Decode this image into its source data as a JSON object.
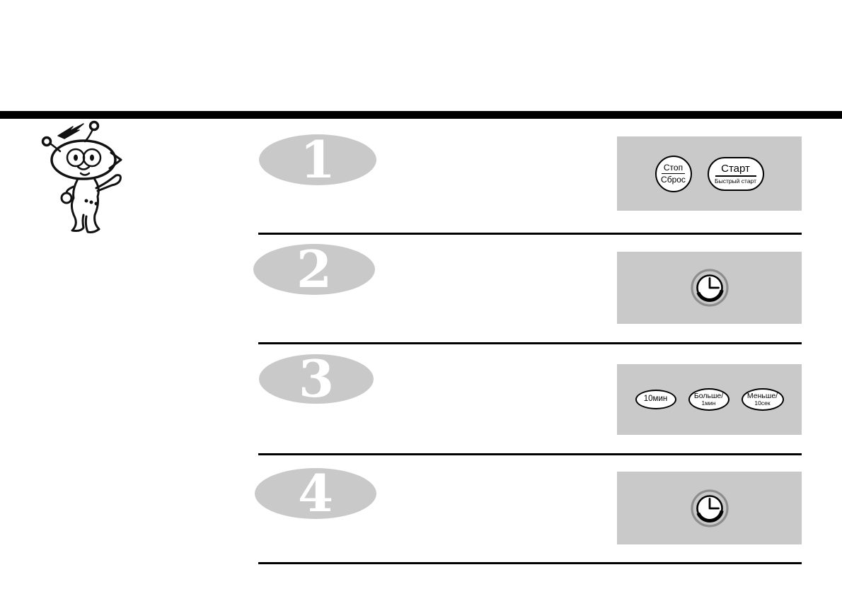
{
  "page": {
    "background": "#ffffff",
    "panel_gray": "#c9c9c9",
    "rule_black": "#000000",
    "clock_ring_gray": "#8d8d8d"
  },
  "mascot": {
    "icon": "robot-mascot-icon"
  },
  "steps": [
    {
      "number": "1",
      "panel": {
        "buttons": [
          {
            "shape": "circle",
            "label_top": "Стоп",
            "label_bottom": "Сброс"
          },
          {
            "shape": "stadium",
            "label_top": "Старт",
            "label_bottom": "Быстрый старт"
          }
        ]
      }
    },
    {
      "number": "2",
      "panel": {
        "icon": "clock-icon"
      }
    },
    {
      "number": "3",
      "panel": {
        "buttons": [
          {
            "shape": "ellipse",
            "label_top": "10мин",
            "label_bottom": ""
          },
          {
            "shape": "ellipse",
            "label_top": "Больше/",
            "label_bottom": "1мин"
          },
          {
            "shape": "ellipse",
            "label_top": "Меньше/",
            "label_bottom": "10сек"
          }
        ]
      }
    },
    {
      "number": "4",
      "panel": {
        "icon": "clock-icon"
      }
    }
  ]
}
